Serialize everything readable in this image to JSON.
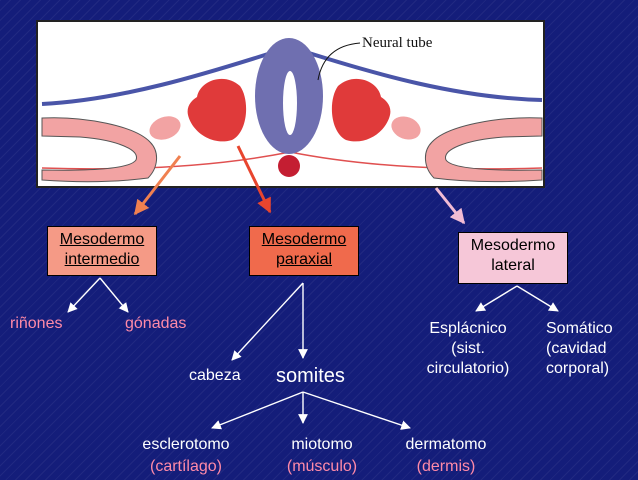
{
  "colors": {
    "background": "#141d7a",
    "box_intermedio": "#f59a86",
    "box_paraxial": "#f06a4c",
    "box_lateral": "#f6c7d8",
    "tissue_red": "#e03a3a",
    "neural_tube": "#6f6fb0",
    "notochord": "#c41e32",
    "lateral_pink": "#f2a3a3",
    "arrow_orange": "#f08050",
    "arrow_red": "#e8452e",
    "arrow_pink": "#f2bcd4",
    "text_pink": "#ff8aa8"
  },
  "illustration": {
    "neural_tube_label": "Neural tube"
  },
  "boxes": {
    "intermedio": [
      "Mesodermo",
      "intermedio"
    ],
    "paraxial": [
      "Mesodermo",
      "paraxial"
    ],
    "lateral": [
      "Mesodermo",
      "lateral"
    ]
  },
  "intermedio": {
    "rinones": "riñones",
    "gonadas": "gónadas"
  },
  "paraxial": {
    "cabeza": "cabeza",
    "somites": "somites",
    "derivatives": [
      {
        "name": "esclerotomo",
        "tissue": "(cartílago)"
      },
      {
        "name": "miotomo",
        "tissue": "(músculo)"
      },
      {
        "name": "dermatomo",
        "tissue": "(dermis)"
      }
    ]
  },
  "lateral": {
    "esplacnico": [
      "Esplácnico",
      "(sist.",
      "circulatorio)"
    ],
    "somatico": [
      "Somático",
      "(cavidad",
      "corporal)"
    ]
  }
}
